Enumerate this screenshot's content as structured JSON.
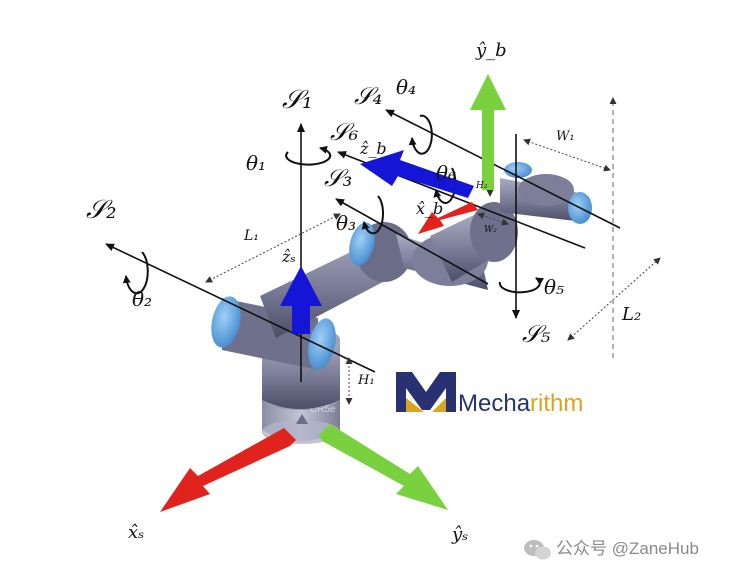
{
  "axis_labels": {
    "S1": "𝒮₁",
    "S2": "𝒮₂",
    "S3": "𝒮₃",
    "S4": "𝒮₄",
    "S5": "𝒮₅",
    "S6": "𝒮₆",
    "theta1": "θ₁",
    "theta2": "θ₂",
    "theta3": "θ₃",
    "theta4": "θ₄",
    "theta5": "θ₅",
    "theta6": "θ₆"
  },
  "frame_labels": {
    "xs": "x̂ₛ",
    "ys": "ŷₛ",
    "zs": "ẑₛ",
    "xb": "x̂_b",
    "yb": "ŷ_b",
    "zb": "ẑ_b"
  },
  "dimension_labels": {
    "L1": "L₁",
    "L2": "L₂",
    "W1": "W₁",
    "W2": "W₂",
    "H1": "H₁",
    "H2": "H₂"
  },
  "robot_model": "UR5e",
  "logo": {
    "part1": "Mecha",
    "part2": "rithm"
  },
  "watermark": "公众号 @ZaneHub",
  "colors": {
    "x_axis": "#e0231c",
    "y_axis": "#7ad13f",
    "z_axis": "#1515d8",
    "joint_cap": "#4f9fe0",
    "link": "#7d7f9a",
    "logo_dark": "#283272",
    "logo_gold": "#d9a520"
  }
}
